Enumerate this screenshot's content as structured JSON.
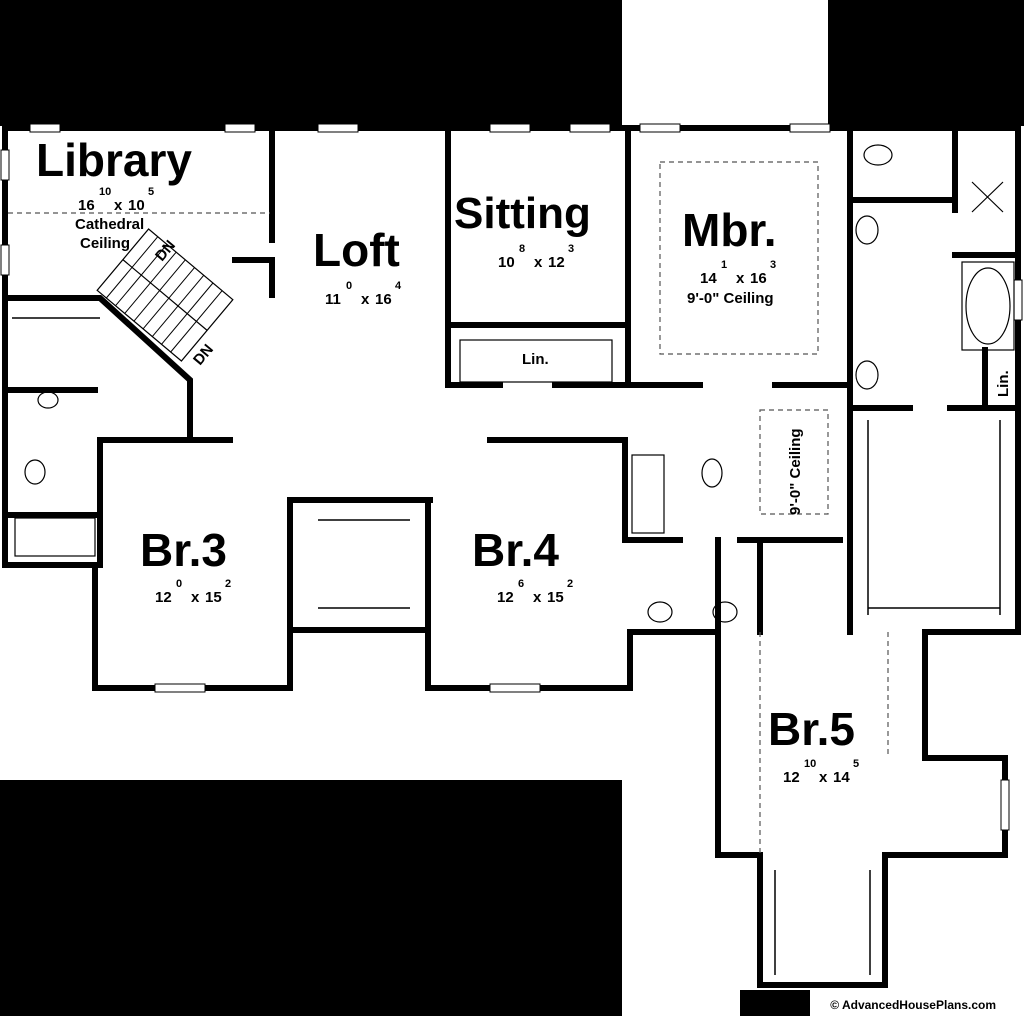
{
  "rooms": {
    "library": {
      "name": "Library",
      "w": "16",
      "w_in": "10",
      "x": "x",
      "d": "10",
      "d_in": "5",
      "note1": "Cathedral",
      "note2": "Ceiling"
    },
    "loft": {
      "name": "Loft",
      "w": "11",
      "w_in": "0",
      "x": "x",
      "d": "16",
      "d_in": "4"
    },
    "sitting": {
      "name": "Sitting",
      "w": "10",
      "w_in": "8",
      "x": "x",
      "d": "12",
      "d_in": "3"
    },
    "mbr": {
      "name": "Mbr.",
      "w": "14",
      "w_in": "1",
      "x": "x",
      "d": "16",
      "d_in": "3",
      "note": "9'-0\" Ceiling"
    },
    "br3": {
      "name": "Br.3",
      "w": "12",
      "w_in": "0",
      "x": "x",
      "d": "15",
      "d_in": "2"
    },
    "br4": {
      "name": "Br.4",
      "w": "12",
      "w_in": "6",
      "x": "x",
      "d": "15",
      "d_in": "2"
    },
    "br5": {
      "name": "Br.5",
      "w": "12",
      "w_in": "10",
      "x": "x",
      "d": "14",
      "d_in": "5"
    }
  },
  "labels": {
    "lin_hall": "Lin.",
    "lin_bath": "Lin.",
    "hall_ceiling": "9'-0\" Ceiling",
    "stair_dn_top": "DN",
    "stair_dn_bottom": "DN"
  },
  "copyright": "© AdvancedHousePlans.com",
  "colors": {
    "wall": "#000000",
    "background": "#ffffff",
    "dashed": "#555555"
  }
}
